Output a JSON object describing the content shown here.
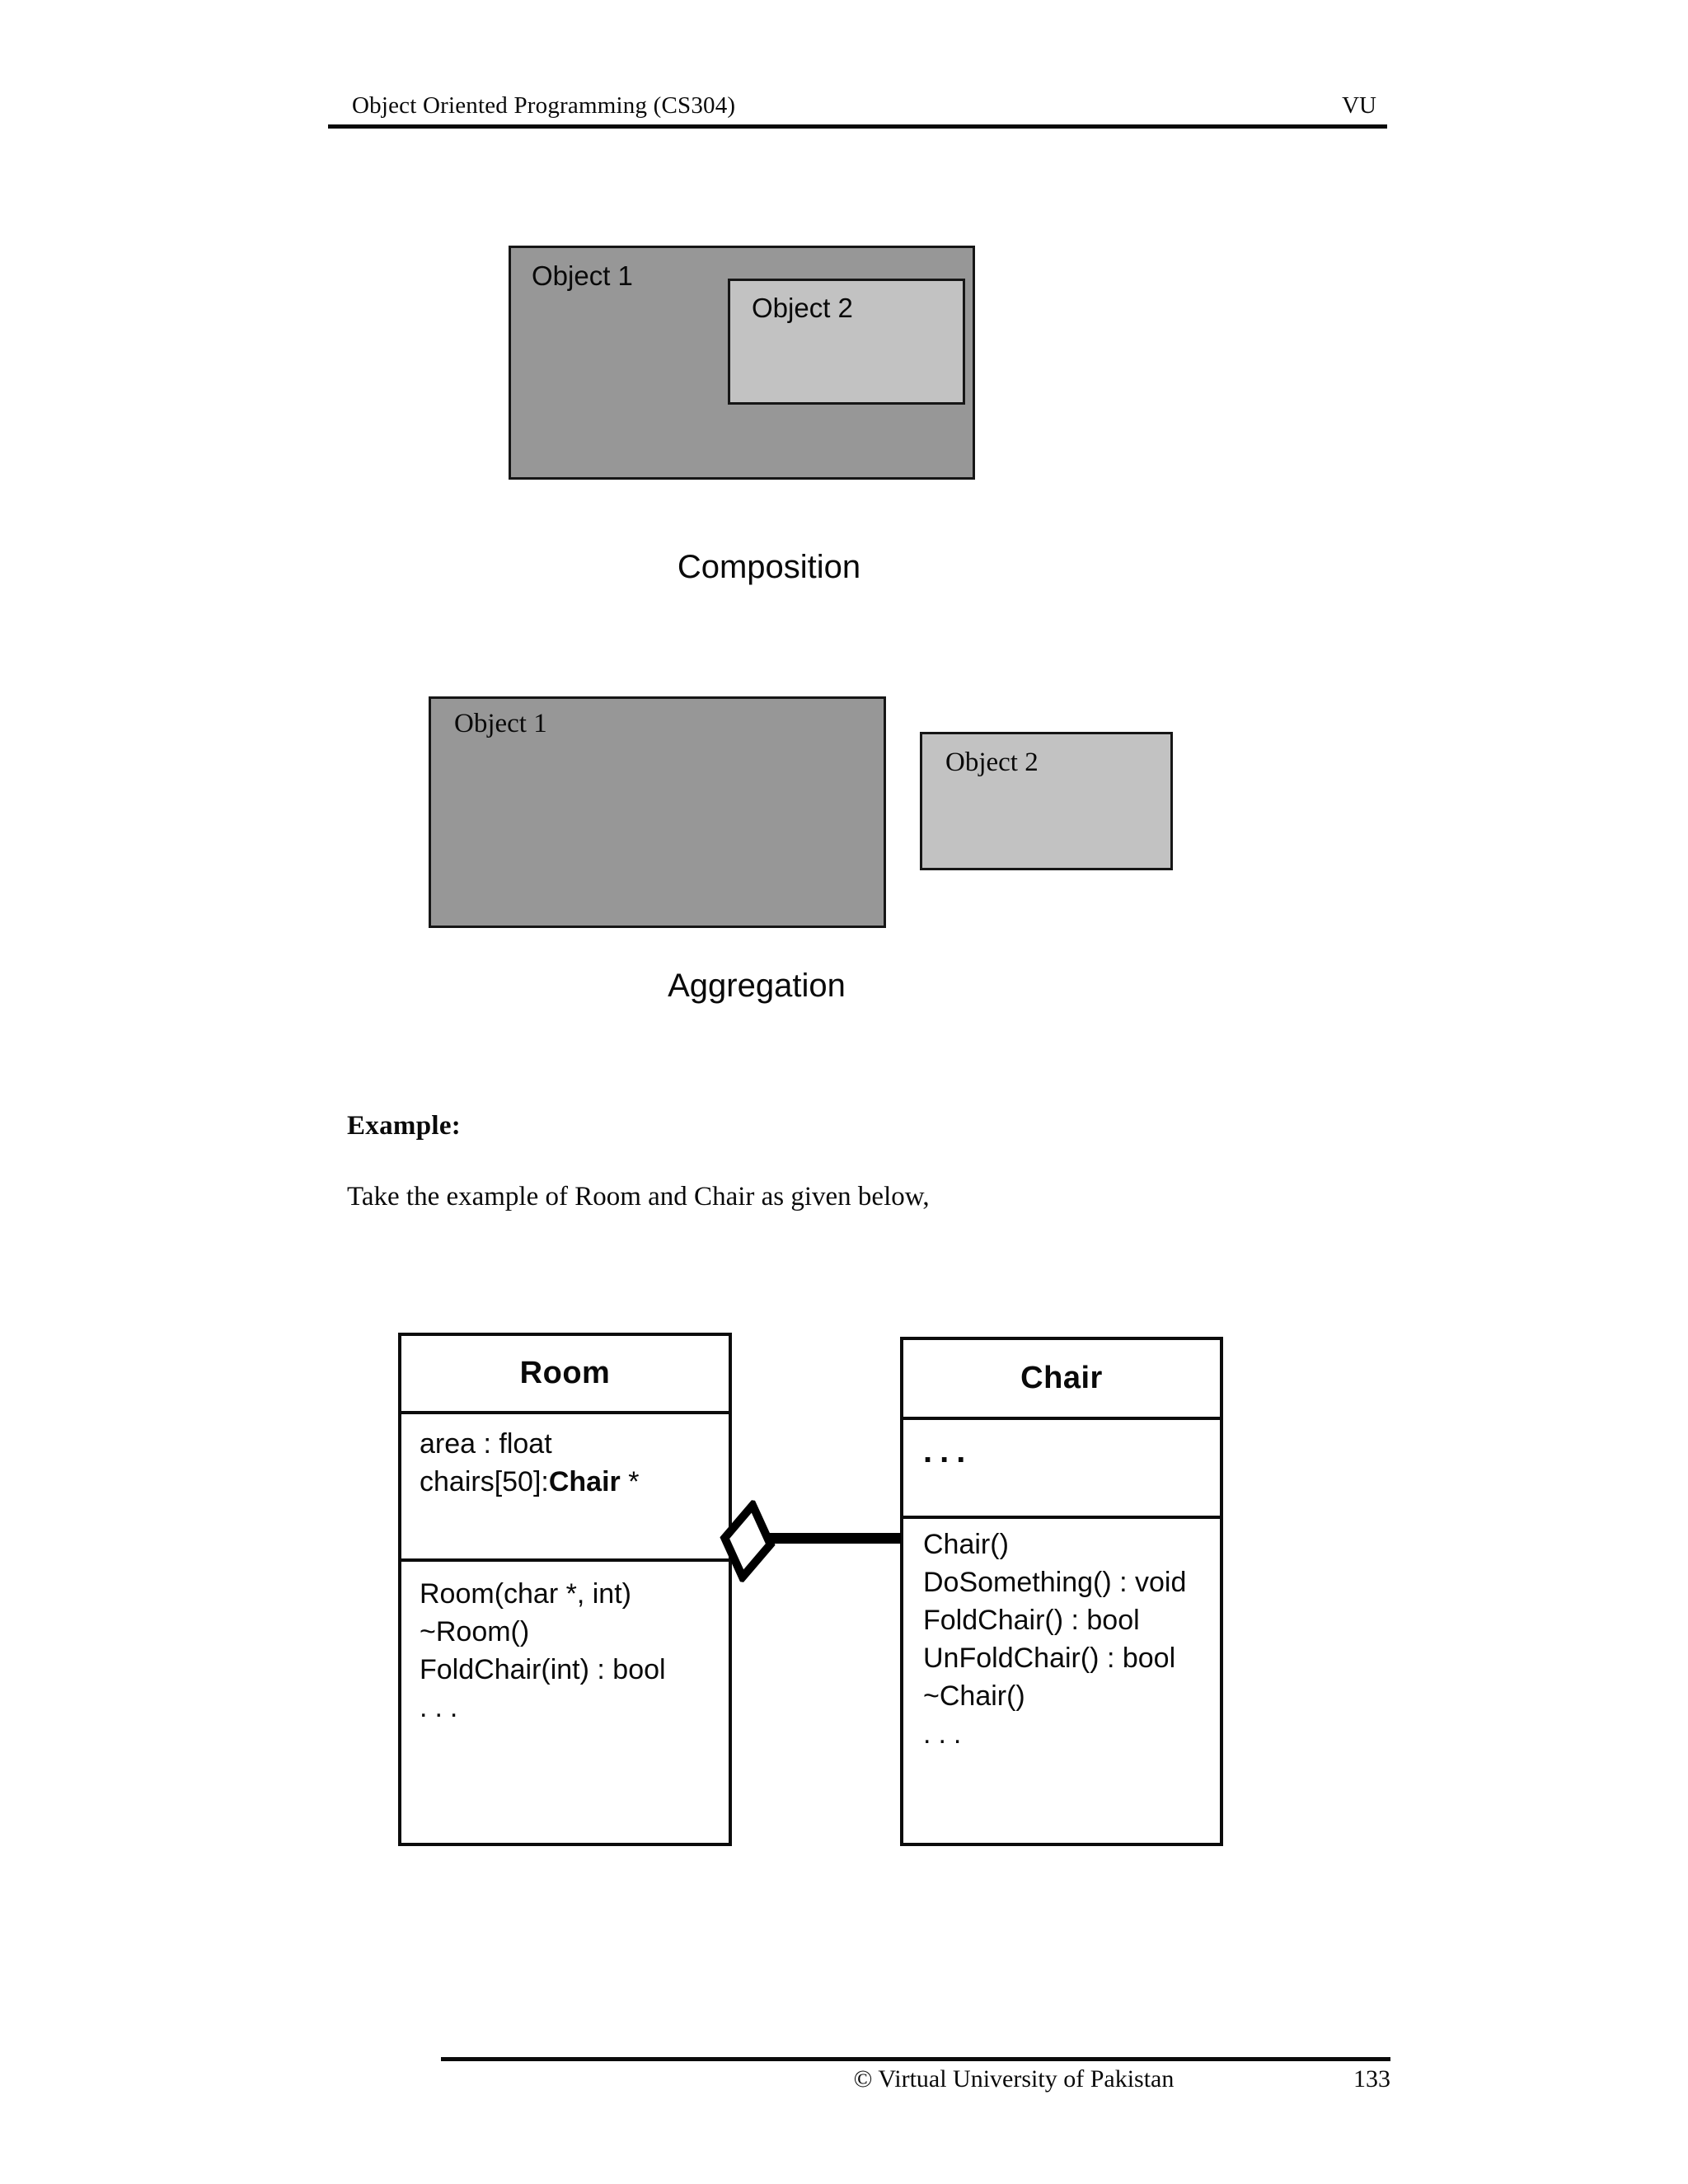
{
  "header": {
    "course_title": "Object Oriented Programming (CS304)",
    "right_label": "VU"
  },
  "composition": {
    "outer_label": "Object 1",
    "inner_label": "Object 2",
    "caption": "Composition"
  },
  "aggregation": {
    "left_label": "Object 1",
    "right_label": "Object 2",
    "caption": "Aggregation"
  },
  "example": {
    "heading": "Example:",
    "intro": "Take the example of Room and Chair as given below,"
  },
  "uml": {
    "room": {
      "title": "Room",
      "attributes_line1": "area : float",
      "attributes_line2_prefix": "chairs[50]:",
      "attributes_line2_type": "Chair",
      "attributes_line2_suffix": " *",
      "methods": [
        "Room(char *, int)",
        "~Room()",
        "FoldChair(int) : bool",
        "..."
      ]
    },
    "chair": {
      "title": "Chair",
      "attributes": [
        "..."
      ],
      "methods": [
        "Chair()",
        "DoSomething() : void",
        "FoldChair() : bool",
        "UnFoldChair() : bool",
        "~Chair()",
        "..."
      ]
    }
  },
  "footer": {
    "copyright": "© Virtual University of Pakistan",
    "page_number": "133"
  },
  "colors": {
    "box_dark": "#979797",
    "box_light": "#c2c2c2",
    "border": "#0c0c0c"
  }
}
